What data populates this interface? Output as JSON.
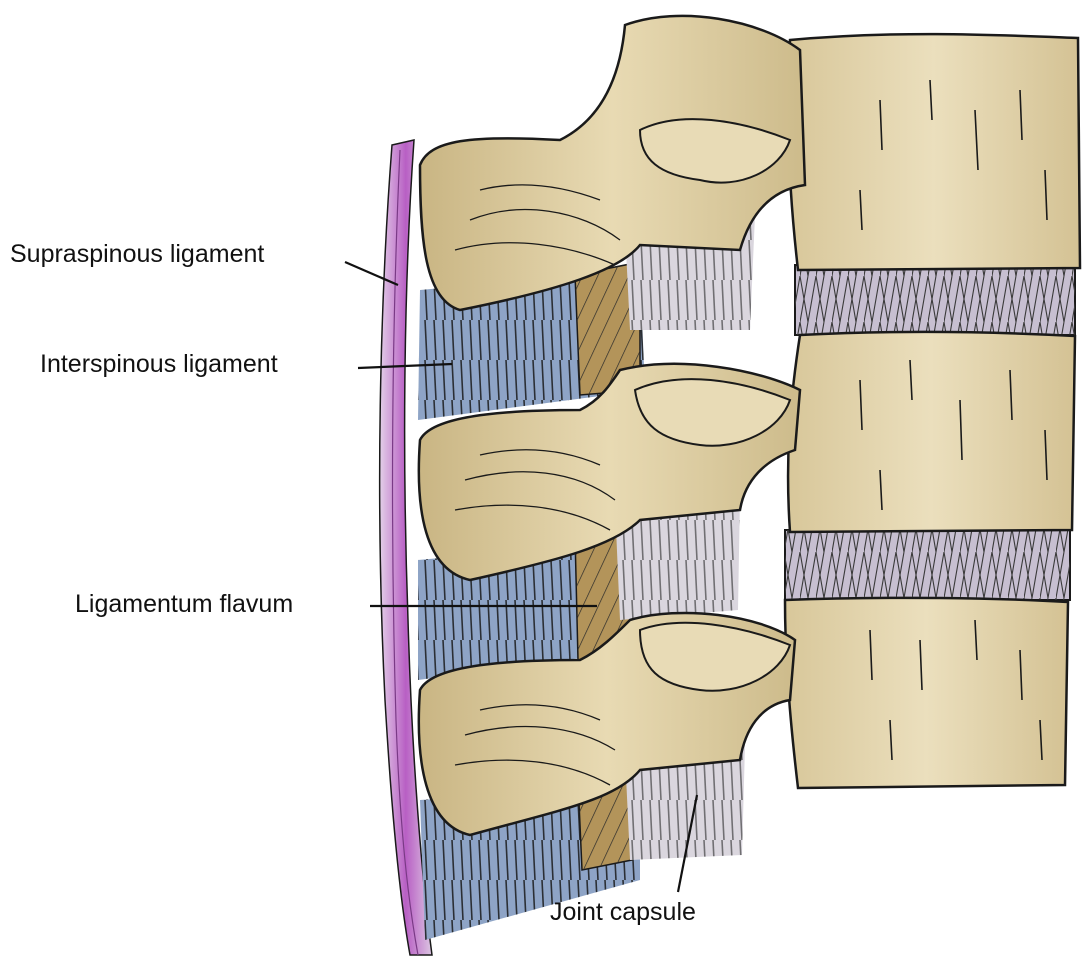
{
  "labels": {
    "supraspinous": "Supraspinous ligament",
    "interspinous": "Interspinous ligament",
    "flavum": "Ligamentum flavum",
    "capsule": "Joint capsule"
  },
  "colors": {
    "bone": "#e0cfa3",
    "bone_shadow": "#b9a57a",
    "disc": "#c9c1d2",
    "interspinous": "#8fa6c8",
    "flavum": "#b99a5f",
    "supraspinous": "#c77ad1",
    "capsule": "#dcd8df",
    "outline": "#1a1a1a"
  }
}
